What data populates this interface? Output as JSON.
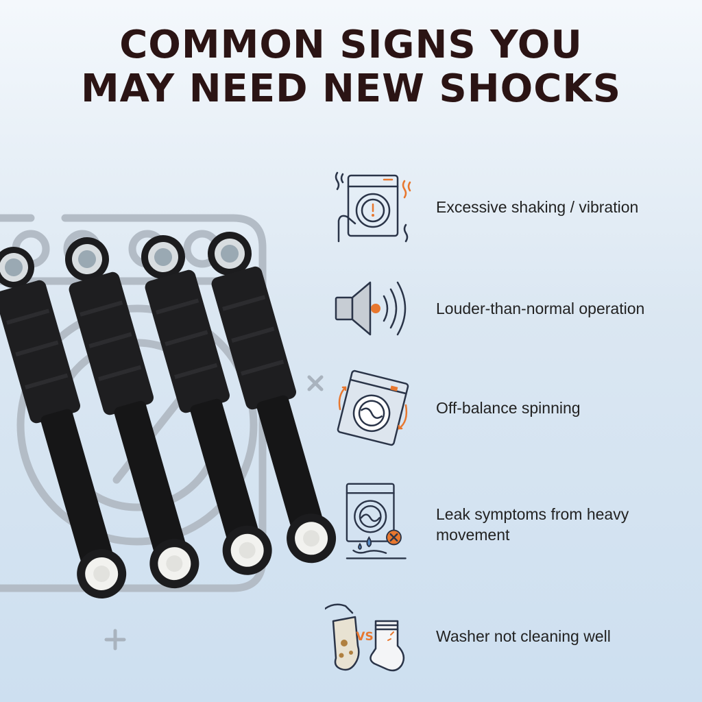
{
  "title": {
    "line1": "COMMON SIGNS YOU",
    "line2": "MAY NEED NEW SHOCKS"
  },
  "colors": {
    "title": "#2b1414",
    "icon_stroke": "#2a3448",
    "accent": "#e8772e",
    "shock_body": "#1c1c1e"
  },
  "signs": [
    {
      "icon": "vibrating-washer-icon",
      "label": "Excessive shaking / vibration"
    },
    {
      "icon": "speaker-icon",
      "label": "Louder-than-normal operation"
    },
    {
      "icon": "rotating-washer-icon",
      "label": "Off-balance spinning"
    },
    {
      "icon": "leaking-washer-icon",
      "label": "Leak symptoms from heavy movement"
    },
    {
      "icon": "dirty-vs-clean-socks-icon",
      "label": "Washer not cleaning well",
      "badge": "VS"
    }
  ],
  "illustration": {
    "subject": "shock-absorbers",
    "count": 4
  }
}
